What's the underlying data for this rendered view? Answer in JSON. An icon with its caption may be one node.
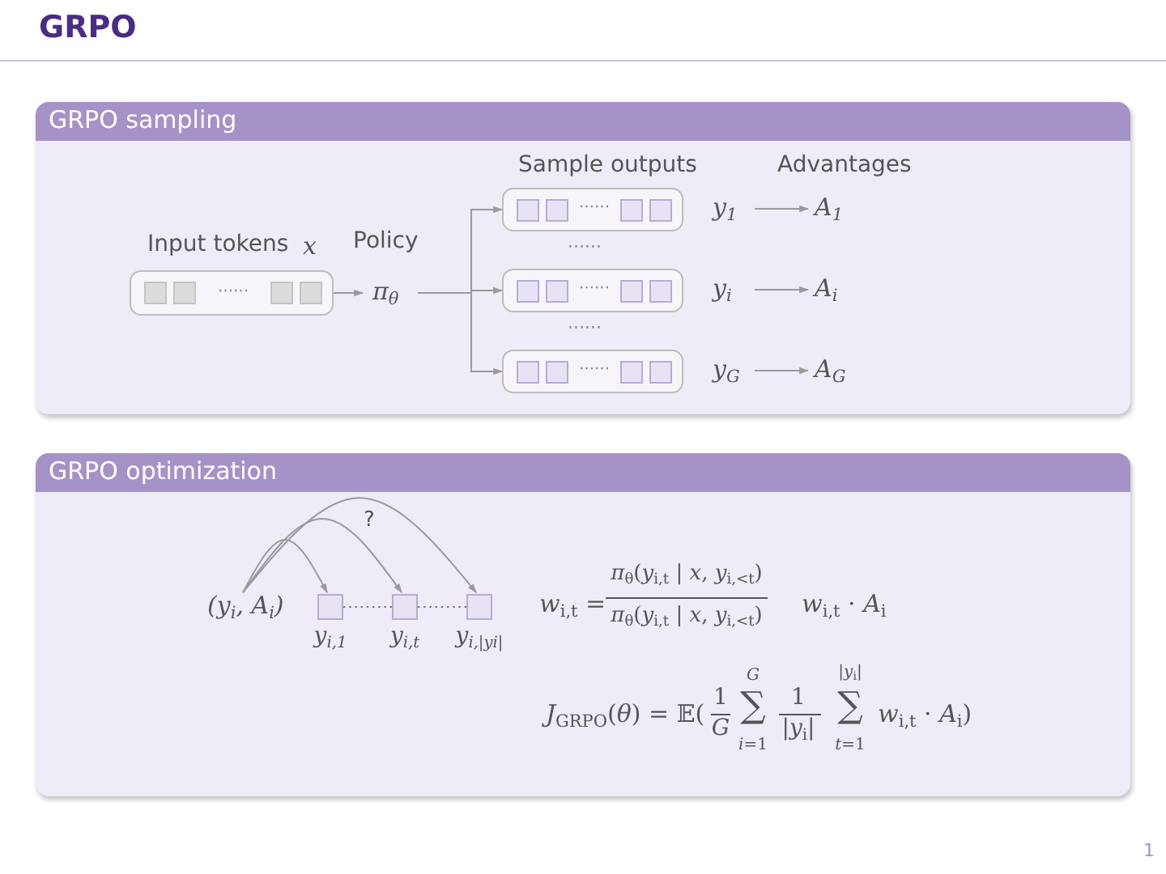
{
  "diagram": {
    "title": "GRPO",
    "nodes": [
      {
        "text": [
          "GRPO sampling"
        ]
      },
      {
        "text": [
          "Input tokens",
          "x",
          "······"
        ],
        "in": 0
      },
      {
        "text": [
          "Policy",
          "π$_{θ}$"
        ],
        "in": 0
      },
      {
        "text": [
          "······"
        ],
        "in": 0
      },
      {
        "text": [
          "y$_{1}$"
        ],
        "in": 0
      },
      {
        "text": [
          "A$_{1}$"
        ],
        "in": 0
      },
      {
        "text": [
          "······"
        ],
        "in": 0
      },
      {
        "text": [
          "y$_{i}$"
        ],
        "in": 0
      },
      {
        "text": [
          "A$_{i}$"
        ],
        "in": 0
      },
      {
        "text": [
          "······"
        ],
        "in": 0
      },
      {
        "text": [
          "y$_{G}$"
        ],
        "in": 0
      },
      {
        "text": [
          "A$_{G}$"
        ],
        "in": 0
      },
      {
        "text": [
          "GRPO optimization"
        ]
      },
      {
        "text": [
          "(y$_{i}$, A$_{i}$)"
        ],
        "in": 12
      },
      {
        "text": [],
        "shape": "box",
        "beside": [
          "y$_{i,1}$"
        ],
        "in": 12
      },
      {
        "text": [],
        "shape": "box",
        "beside": [
          "y$_{i,t}$"
        ],
        "in": 12
      },
      {
        "text": [],
        "shape": "box",
        "beside": [
          "y$_{i,|y}$$_{i}$$_{|}$"
        ],
        "in": 12
      }
    ],
    "edges": [
      {
        "from": 1,
        "to": 2,
        "arrow": "to"
      },
      {
        "from": 2,
        "to": 3,
        "arrow": "to"
      },
      {
        "from": 2,
        "to": 6,
        "arrow": "to"
      },
      {
        "from": 2,
        "to": 9,
        "arrow": "to"
      },
      {
        "from": 4,
        "to": 5,
        "arrow": "to"
      },
      {
        "from": 7,
        "to": 8,
        "arrow": "to"
      },
      {
        "from": 10,
        "to": 11,
        "arrow": "to"
      },
      {
        "from": 13,
        "to": 14,
        "arrow": "to"
      },
      {
        "from": 13,
        "to": 15,
        "arrow": "to"
      },
      {
        "from": 13,
        "to": 16,
        "arrow": "to"
      },
      {
        "from": 14,
        "to": 15,
        "arrow": "none",
        "style": "dashed"
      },
      {
        "from": 15,
        "to": 16,
        "arrow": "none",
        "style": "dashed"
      }
    ],
    "labels": [
      "Sample outputs",
      "Advantages",
      "······",
      "······",
      "?",
      "*w*$_{i,t}$ =",
      "*π*$_{θ}$(*y*$_{i,t}$ | *x*, *y*$_{i,<t}$)",
      "*π*$_{θ}$(*y*$_{i,t}$ | *x*, *y*$_{i,<t}$)",
      "*w*$_{i,t}$ · *A*$_{i}$",
      "*J*$_{GRPO}$(*θ*) = 𝔼(",
      "1",
      "G",
      "G",
      "∑",
      "*i*=1",
      "1",
      "|*y*$_{i}$|",
      "|*y*$_{i}$|",
      "∑",
      "*t*=1",
      "*w*$_{i,t}$ · *A*$_{i}$)",
      "1"
    ]
  }
}
